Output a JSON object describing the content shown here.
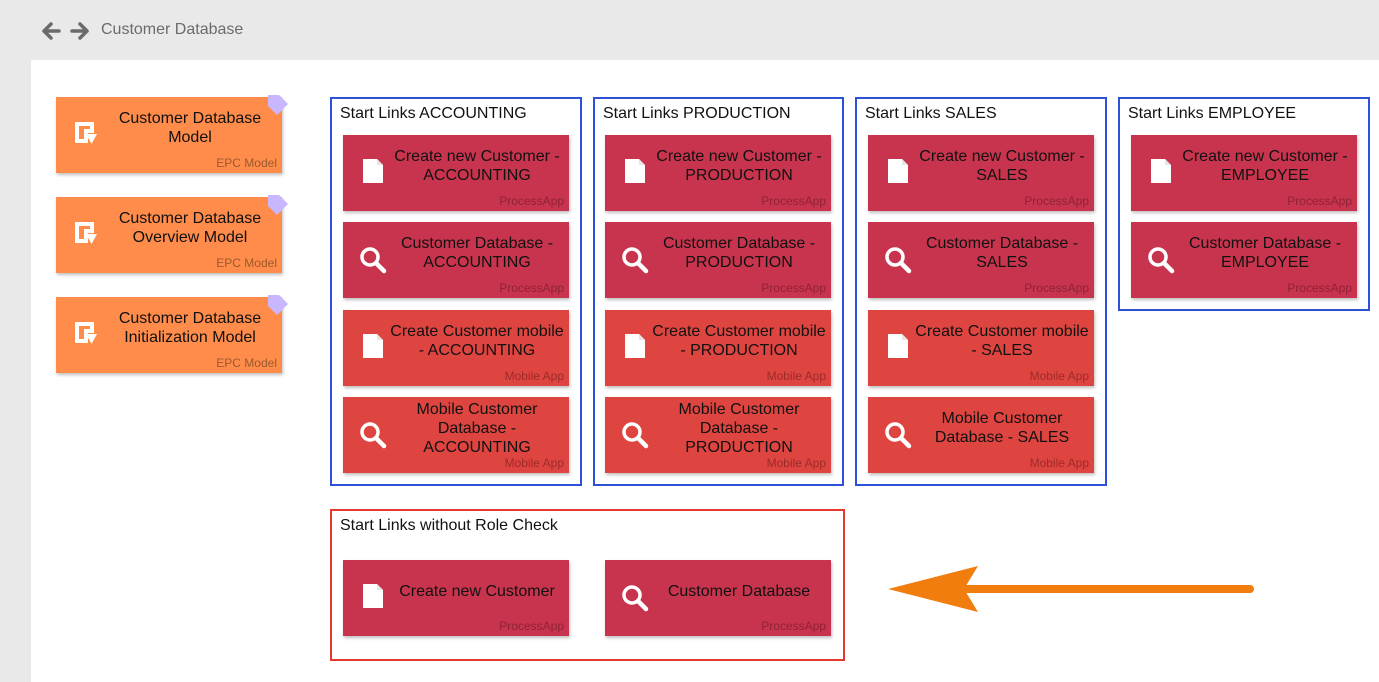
{
  "header": {
    "breadcrumb": "Customer Database",
    "back_icon": "arrow-left-icon",
    "forward_icon": "arrow-right-icon"
  },
  "colors": {
    "epc": "#ff8c4a",
    "process_app": "#c8344e",
    "mobile_app": "#df4540",
    "group_border": "#2c50d8",
    "group_border_no_role": "#e5392f",
    "annotation_arrow": "#f07d0e"
  },
  "models": [
    {
      "title": "Customer Database Model",
      "type": "EPC Model",
      "icon": "epc-model-icon"
    },
    {
      "title": "Customer Database Overview Model",
      "type": "EPC Model",
      "icon": "epc-model-icon"
    },
    {
      "title": "Customer Database Initialization Model",
      "type": "EPC Model",
      "icon": "epc-model-icon"
    }
  ],
  "groups": [
    {
      "title": "Start Links ACCOUNTING",
      "tiles": [
        {
          "title": "Create new Customer - ACCOUNTING",
          "type": "ProcessApp",
          "icon": "document-icon"
        },
        {
          "title": "Customer Database - ACCOUNTING",
          "type": "ProcessApp",
          "icon": "search-icon"
        },
        {
          "title": "Create Customer mobile - ACCOUNTING",
          "type": "Mobile App",
          "icon": "document-icon"
        },
        {
          "title": "Mobile Customer Database - ACCOUNTING",
          "type": "Mobile App",
          "icon": "search-icon"
        }
      ]
    },
    {
      "title": "Start Links PRODUCTION",
      "tiles": [
        {
          "title": "Create new Customer - PRODUCTION",
          "type": "ProcessApp",
          "icon": "document-icon"
        },
        {
          "title": "Customer Database - PRODUCTION",
          "type": "ProcessApp",
          "icon": "search-icon"
        },
        {
          "title": "Create Customer mobile - PRODUCTION",
          "type": "Mobile App",
          "icon": "document-icon"
        },
        {
          "title": "Mobile Customer Database - PRODUCTION",
          "type": "Mobile App",
          "icon": "search-icon"
        }
      ]
    },
    {
      "title": "Start Links SALES",
      "tiles": [
        {
          "title": "Create new Customer - SALES",
          "type": "ProcessApp",
          "icon": "document-icon"
        },
        {
          "title": "Customer Database - SALES",
          "type": "ProcessApp",
          "icon": "search-icon"
        },
        {
          "title": "Create Customer mobile - SALES",
          "type": "Mobile App",
          "icon": "document-icon"
        },
        {
          "title": "Mobile Customer Database - SALES",
          "type": "Mobile App",
          "icon": "search-icon"
        }
      ]
    },
    {
      "title": "Start Links EMPLOYEE",
      "tiles": [
        {
          "title": "Create new Customer - EMPLOYEE",
          "type": "ProcessApp",
          "icon": "document-icon"
        },
        {
          "title": "Customer Database - EMPLOYEE",
          "type": "ProcessApp",
          "icon": "search-icon"
        }
      ]
    },
    {
      "title": "Start Links without Role Check",
      "tiles": [
        {
          "title": "Create new Customer",
          "type": "ProcessApp",
          "icon": "document-icon"
        },
        {
          "title": "Customer Database",
          "type": "ProcessApp",
          "icon": "search-icon"
        }
      ]
    }
  ]
}
